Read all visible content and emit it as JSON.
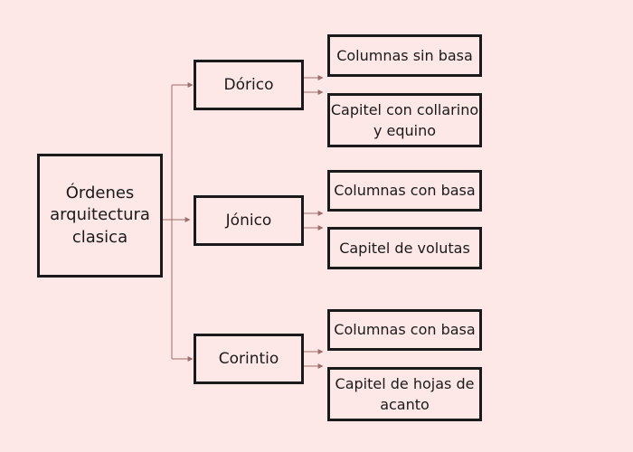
{
  "root": {
    "label": "Órdenes arquitectura clasica"
  },
  "orders": [
    {
      "label": "Dórico",
      "details": [
        "Columnas sin basa",
        "Capitel con collarino y equino"
      ]
    },
    {
      "label": "Jónico",
      "details": [
        "Columnas con basa",
        "Capitel de volutas"
      ]
    },
    {
      "label": "Corintio",
      "details": [
        "Columnas con basa",
        "Capitel de hojas de acanto"
      ]
    }
  ],
  "colors": {
    "background": "#fde8e7",
    "box_border": "#1a1a1a",
    "connector": "#9e6e6a"
  }
}
